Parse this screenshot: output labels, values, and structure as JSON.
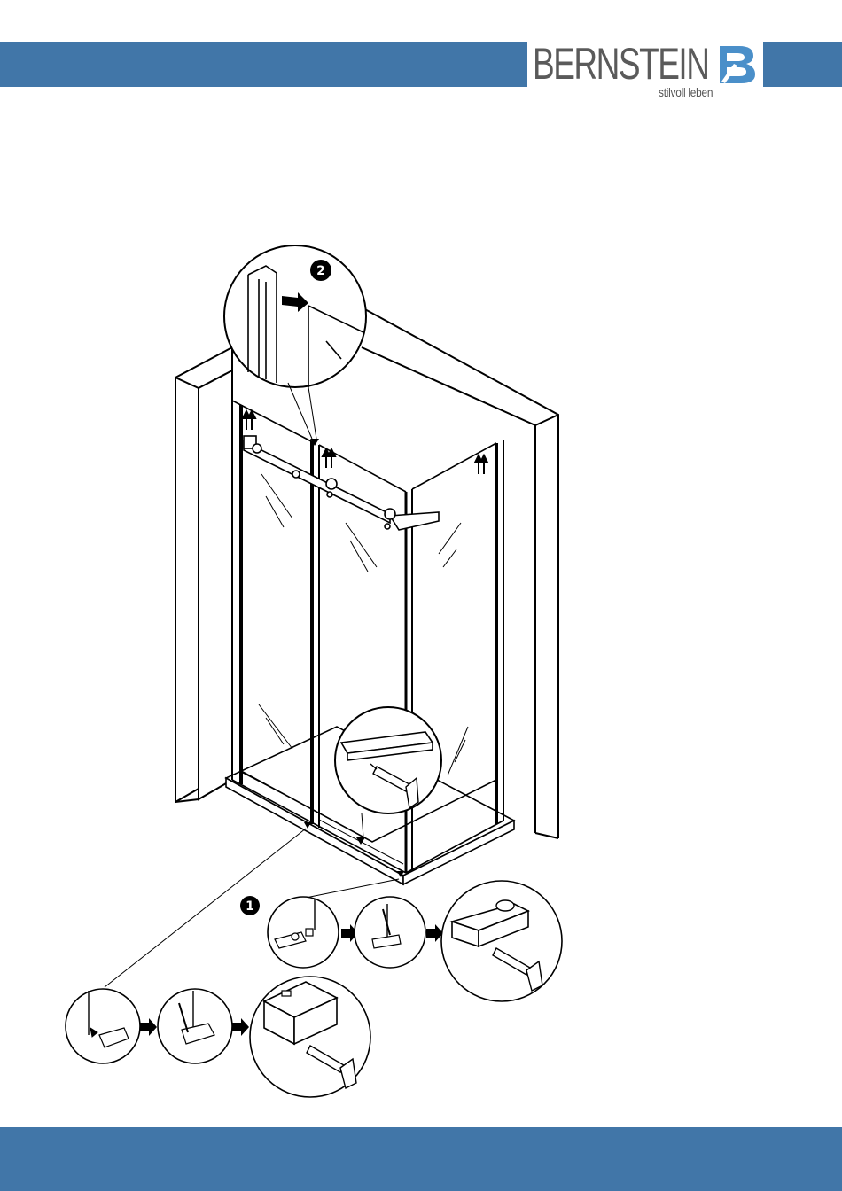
{
  "brand": {
    "name": "BERNSTEIN",
    "tagline": "stilvoll leben",
    "bar_color": "#4176a8",
    "logo_mark_color": "#4a8fc9"
  },
  "diagram": {
    "steps": [
      {
        "number": "1"
      },
      {
        "number": "2"
      }
    ],
    "icons": [
      "silicone-gun-icon",
      "arrow-right-icon",
      "arrow-up-icon"
    ]
  }
}
